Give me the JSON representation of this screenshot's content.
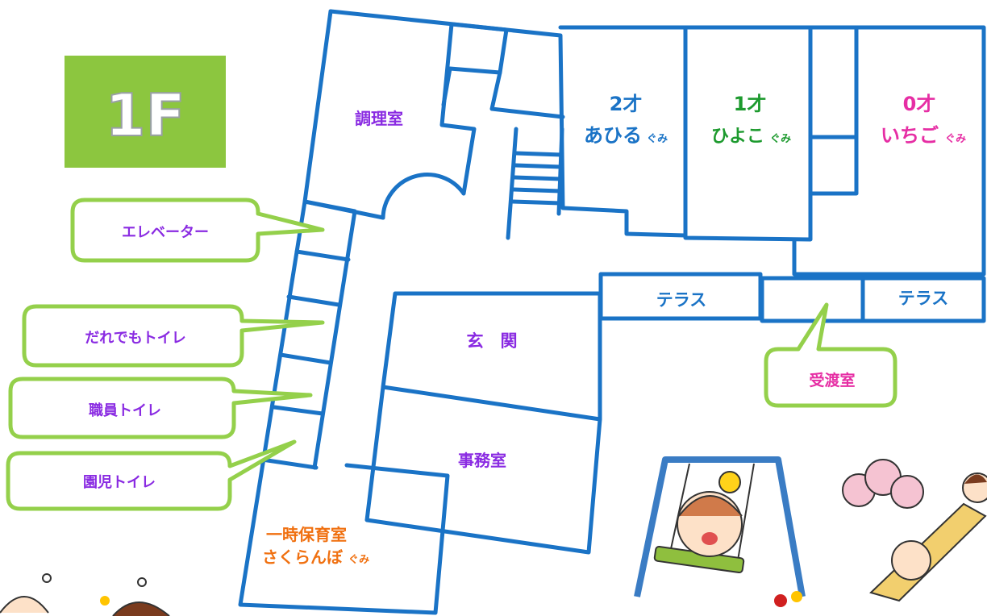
{
  "floor": "1F",
  "colors": {
    "wall": "#1a73c6",
    "callout_border": "#94d04b",
    "badge": "#8cc63f",
    "purple": "#8a2be2",
    "blue": "#1a73c6",
    "green": "#1d9a2e",
    "pink": "#e62ea4",
    "orange": "#f07010"
  },
  "rooms": {
    "kitchen": "調理室",
    "age2": {
      "age": "2才",
      "name": "あひる",
      "suffix": "ぐみ"
    },
    "age1": {
      "age": "1才",
      "name": "ひよこ",
      "suffix": "ぐみ"
    },
    "age0": {
      "age": "0才",
      "name": "いちご",
      "suffix": "ぐみ"
    },
    "terrace_left": "テラス",
    "terrace_right": "テラス",
    "entrance": "玄　関",
    "office": "事務室",
    "temporary_care": "一時保育室",
    "sakuranbo": {
      "name": "さくらんぼ",
      "suffix": "ぐみ"
    }
  },
  "callouts": {
    "elevator": "エレベーター",
    "universal_toilet": "だれでもトイレ",
    "staff_toilet": "職員トイレ",
    "kids_toilet": "園児トイレ",
    "handover_room": "受渡室"
  }
}
